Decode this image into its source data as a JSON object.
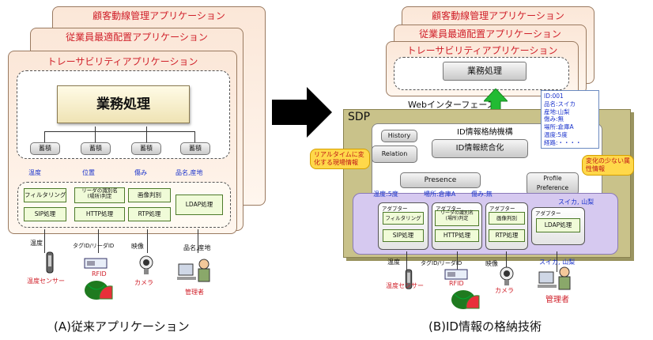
{
  "left": {
    "apps": [
      "顧客動線管理アプリケーション",
      "従業員最適配置アプリケーション",
      "トレーサビリティアプリケーション"
    ],
    "business": "業務処理",
    "storage": [
      "蓄積",
      "蓄積",
      "蓄積",
      "蓄積"
    ],
    "info_labels": [
      "温度",
      "位置",
      "傷み",
      "品名,産地"
    ],
    "processing": {
      "row1": [
        "フィルタリング",
        "リーダの識別名\n(場所)判定",
        "画像判別"
      ],
      "row2": [
        "SIP処理",
        "HTTP処理",
        "RTP処理"
      ],
      "ldap": "LDAP処理"
    },
    "inputs": [
      "温度",
      "タグID/リーダID",
      "映像",
      "品名,産地"
    ],
    "devices": [
      "温度センサー",
      "RFID",
      "カメラ",
      "管理者"
    ],
    "caption": "(A)従来アプリケーション"
  },
  "right": {
    "apps": [
      "顧客動線管理アプリケーション",
      "従業員最適配置アプリケーション",
      "トレーサビリティアプリケーション"
    ],
    "business": "業務処理",
    "web": "Webインターフェース",
    "sdp": "SDP",
    "store_title": "ID情報格納機構",
    "history": "History",
    "relation": "Relation",
    "integration": "ID情報統合化",
    "presence": "Presence",
    "profile": "Profile\nPreference",
    "callout_left": "リアルタイムに変化する現場情報",
    "callout_right": "変化の少ない属性情報",
    "info_card": [
      "ID:001",
      "品名:スイカ",
      "産地:山梨",
      "傷み:無",
      "場所:倉庫A",
      "温度:5度",
      "経路:・・・・"
    ],
    "info_labels": [
      "温度:5度",
      "場所:倉庫A",
      "傷み:無",
      "スイカ, 山梨"
    ],
    "adapter": "アダプター",
    "processing": {
      "row1": [
        "フィルタリング",
        "リーダの識別名\n(場所)判定",
        "画像判別"
      ],
      "row2": [
        "SIP処理",
        "HTTP処理",
        "RTP処理"
      ],
      "ldap": "LDAP処理"
    },
    "inputs": [
      "温度",
      "タグID/リーダID",
      "映像",
      "スイカ, 山梨"
    ],
    "devices": [
      "温度センサー",
      "RFID",
      "カメラ",
      "管理者"
    ],
    "caption": "(B)ID情報の格納技術"
  },
  "colors": {
    "title_red": "#d0202a",
    "label_blue": "#1a33cc",
    "sdp_olive": "#c9c28a",
    "purple": "#d6c9f0",
    "green_arrow": "#22bb33"
  }
}
